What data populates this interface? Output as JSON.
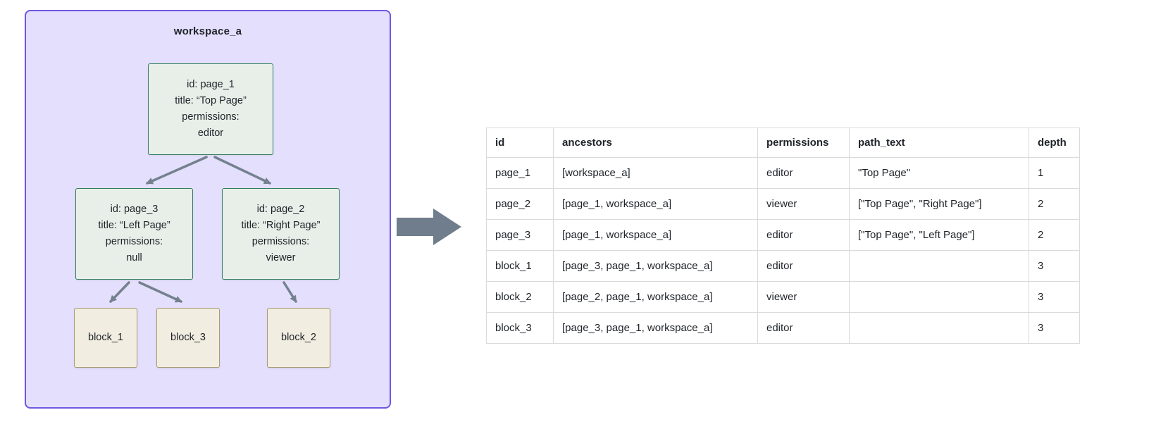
{
  "diagram": {
    "workspace_label": "workspace_a",
    "pages": {
      "page_1": {
        "lines": [
          "id: page_1",
          "title: “Top Page”",
          "permissions:",
          "editor"
        ]
      },
      "page_3": {
        "lines": [
          "id: page_3",
          "title: “Left Page”",
          "permissions:",
          "null"
        ]
      },
      "page_2": {
        "lines": [
          "id: page_2",
          "title: “Right Page”",
          "permissions:",
          "viewer"
        ]
      }
    },
    "blocks": {
      "block_1": "block_1",
      "block_3": "block_3",
      "block_2": "block_2"
    },
    "colors": {
      "workspace_fill": "#e4dffc",
      "workspace_border": "#7156e3",
      "page_fill": "#e8efe9",
      "page_border": "#2f7d5e",
      "block_fill": "#f2ede1",
      "block_border": "#a89a74",
      "arrow": "#74818f"
    }
  },
  "table": {
    "headers": [
      "id",
      "ancestors",
      "permissions",
      "path_text",
      "depth"
    ],
    "rows": [
      [
        "page_1",
        "[workspace_a]",
        "editor",
        "\"Top Page\"",
        "1"
      ],
      [
        "page_2",
        "[page_1, workspace_a]",
        "viewer",
        "[\"Top Page\", \"Right Page\"]",
        "2"
      ],
      [
        "page_3",
        "[page_1, workspace_a]",
        "editor",
        "[\"Top Page\", \"Left Page\"]",
        "2"
      ],
      [
        "block_1",
        "[page_3, page_1, workspace_a]",
        "editor",
        "",
        "3"
      ],
      [
        "block_2",
        "[page_2, page_1, workspace_a]",
        "viewer",
        "",
        "3"
      ],
      [
        "block_3",
        "[page_3, page_1, workspace_a]",
        "editor",
        "",
        "3"
      ]
    ]
  }
}
